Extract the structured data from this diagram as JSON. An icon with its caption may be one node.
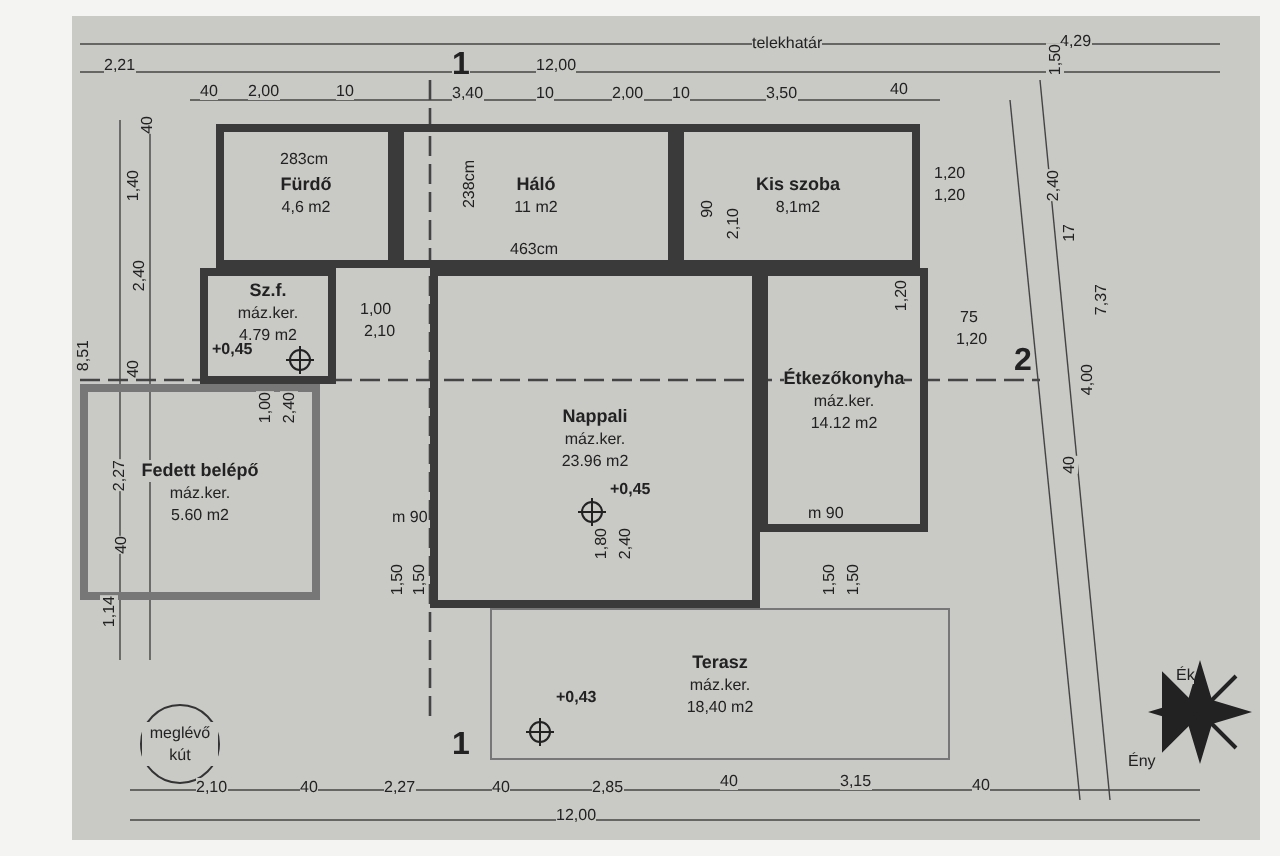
{
  "diagram": {
    "nodes": [
      {
        "text": [
          "Fürdő",
          "4,6 m2"
        ]
      },
      {
        "text": [
          "Háló",
          "11 m2"
        ]
      },
      {
        "text": [
          "Kis szoba",
          "8,1m2"
        ]
      },
      {
        "text": [
          "Sz.f.",
          "máz.ker.",
          "4.79 m2"
        ]
      },
      {
        "text": [
          "Nappali",
          "máz.ker.",
          "23.96 m2"
        ]
      },
      {
        "text": [
          "Étkezőkonyha",
          "máz.ker.",
          "14.12 m2"
        ]
      },
      {
        "text": [
          "Fedett belépő",
          "máz.ker.",
          "5.60 m2"
        ]
      },
      {
        "text": [
          "Terasz",
          "máz.ker.",
          "18,40 m2"
        ]
      },
      {
        "text": [
          "meglévő kút"
        ]
      }
    ],
    "edges": [],
    "labels": [
      "telekhatár",
      "2,21",
      "12,00",
      "4,29",
      "1",
      "40",
      "2,00",
      "10",
      "3,40",
      "10",
      "2,00",
      "10",
      "3,50",
      "40",
      "1,50",
      "40",
      "1,40",
      "283cm",
      "238cm",
      "463cm",
      "90",
      "2,10",
      "1,20",
      "1,20",
      "2,40",
      "2,40",
      "17",
      "+0,45",
      "1,00",
      "2,10",
      "8,51",
      "1,20",
      "7,37",
      "75",
      "1,20",
      "40",
      "1,00",
      "2,40",
      "2",
      "4,00",
      "2,27",
      "+0,45",
      "m 90",
      "m 90",
      "1,80",
      "2,40",
      "40",
      "1,14",
      "1,50",
      "1,50",
      "1,50",
      "1,50",
      "40",
      "1",
      "+0,43",
      "Ék",
      "Ény",
      "2,10",
      "40",
      "2,27",
      "40",
      "2,85",
      "40",
      "3,15",
      "40",
      "12,00"
    ]
  }
}
